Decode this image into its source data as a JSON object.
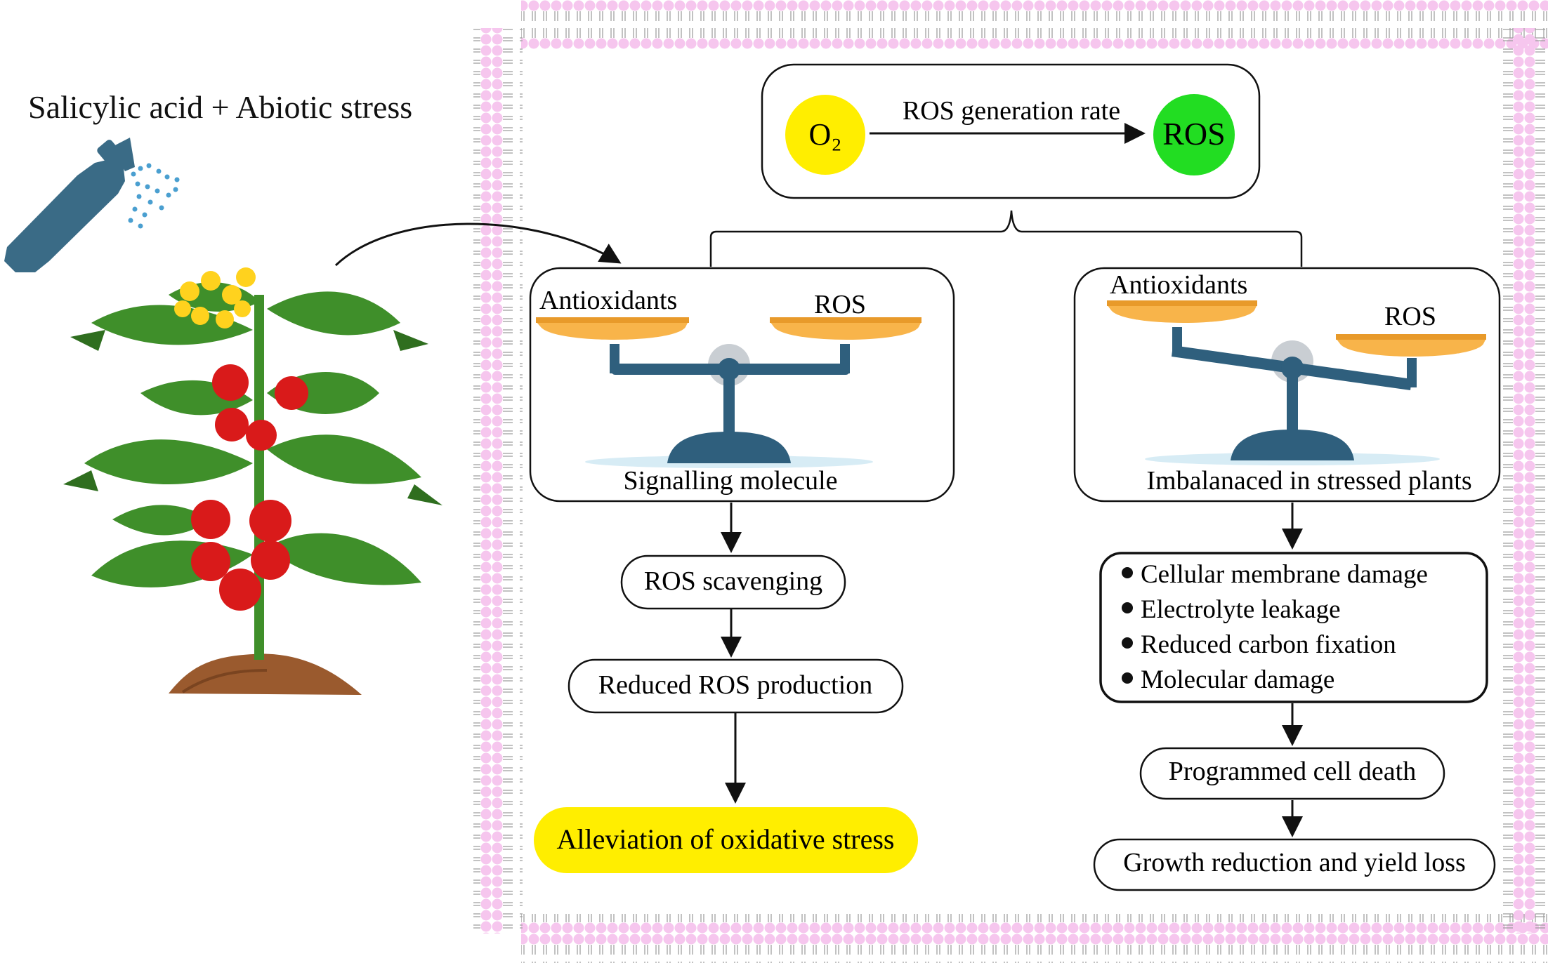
{
  "title": "Salicylic acid + Abiotic stress",
  "generation": {
    "source_label": "O₂",
    "arrow_label": "ROS generation rate",
    "target_label": "ROS"
  },
  "left_panel": {
    "left_pan_label": "Antioxidants",
    "right_pan_label": "ROS",
    "caption": "Signalling molecule",
    "steps": [
      "ROS scavenging",
      "Reduced ROS production"
    ],
    "outcome": "Alleviation of oxidative stress"
  },
  "right_panel": {
    "left_pan_label": "Antioxidants",
    "right_pan_label": "ROS",
    "caption": "Imbalanaced in stressed plants",
    "effects": [
      "Cellular membrane damage",
      "Electrolyte leakage",
      "Reduced carbon fixation",
      "Molecular damage"
    ],
    "steps": [
      "Programmed cell death",
      "Growth reduction and yield loss"
    ]
  },
  "colors": {
    "o2_fill": "#ffee00",
    "ros_fill": "#22dd22",
    "outcome_fill": "#ffee00",
    "membrane_pink": "#f6c6ee",
    "pan_orange": "#f8b44a",
    "scale_blue": "#2f5f7d",
    "sprayer_blue": "#3a6b86",
    "leaf_green": "#3f8f2a",
    "tomato_red": "#d91a1a",
    "flower_yellow": "#ffd21e",
    "soil_brown": "#9a5a2e"
  },
  "icons": [
    "spray-bottle-icon",
    "tomato-plant-icon",
    "balance-scale-icon"
  ]
}
